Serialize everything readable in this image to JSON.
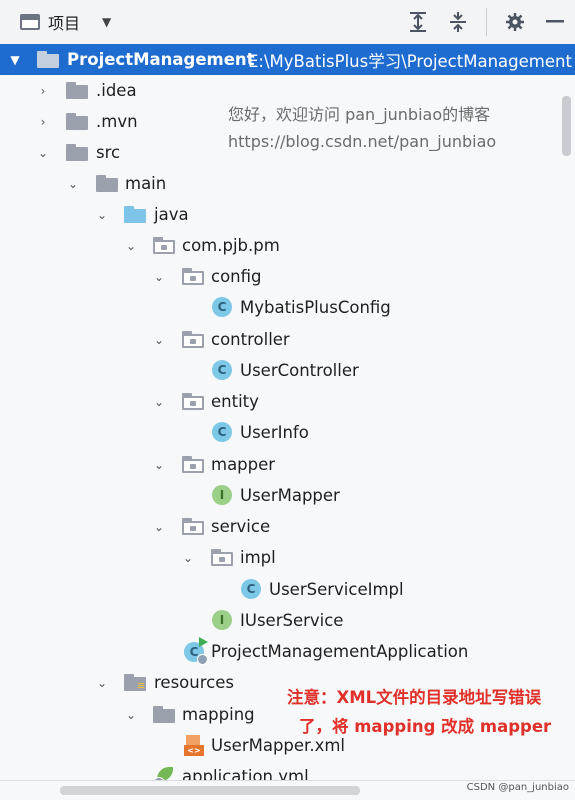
{
  "toolbar": {
    "title": "项目",
    "icons": [
      "window-icon",
      "dropdown-icon",
      "expand-all-icon",
      "collapse-all-icon",
      "gear-icon",
      "minimize-icon"
    ]
  },
  "tree": {
    "root": {
      "name": "ProjectManagement",
      "path": "E:\\MyBatisPlus学习\\ProjectManagement"
    },
    "items": {
      "idea": ".idea",
      "mvn": ".mvn",
      "src": "src",
      "main": "main",
      "java": "java",
      "pkg": "com.pjb.pm",
      "config": "config",
      "mybatis_config": "MybatisPlusConfig",
      "controller": "controller",
      "user_controller": "UserController",
      "entity": "entity",
      "user_info": "UserInfo",
      "mapper": "mapper",
      "user_mapper": "UserMapper",
      "service": "service",
      "impl": "impl",
      "user_service_impl": "UserServiceImpl",
      "iuser_service": "IUserService",
      "app": "ProjectManagementApplication",
      "resources": "resources",
      "mapping": "mapping",
      "user_mapper_xml": "UserMapper.xml",
      "application_yml": "application.yml"
    }
  },
  "overlay": {
    "watermark_line1": "您好，欢迎访问 pan_junbiao的博客",
    "watermark_line2": "https://blog.csdn.net/pan_junbiao",
    "note_line1": "注意：XML文件的目录地址写错误",
    "note_line2": "了，将 mapping 改成 mapper",
    "credit": "CSDN @pan_junbiao"
  },
  "colors": {
    "selected_bg": "#1f6cd0",
    "note_red": "#e0302a",
    "class_icon": "#7ec8e7",
    "interface_icon": "#9ccf88"
  }
}
